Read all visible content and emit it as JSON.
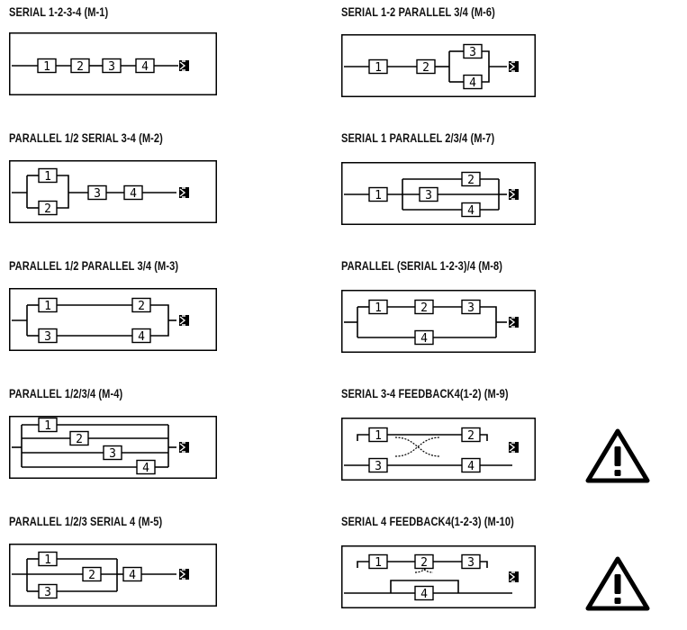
{
  "modes": [
    {
      "id": "m1",
      "title": "SERIAL 1-2-3-4 (M-1)",
      "operators": [
        "1",
        "2",
        "3",
        "4"
      ],
      "warning": false
    },
    {
      "id": "m2",
      "title": "PARALLEL 1/2 SERIAL 3-4 (M-2)",
      "operators": [
        "1",
        "2",
        "3",
        "4"
      ],
      "warning": false
    },
    {
      "id": "m3",
      "title": "PARALLEL 1/2 PARALLEL 3/4 (M-3)",
      "operators": [
        "1",
        "2",
        "3",
        "4"
      ],
      "warning": false
    },
    {
      "id": "m4",
      "title": "PARALLEL 1/2/3/4 (M-4)",
      "operators": [
        "1",
        "2",
        "3",
        "4"
      ],
      "warning": false
    },
    {
      "id": "m5",
      "title": "PARALLEL 1/2/3 SERIAL 4 (M-5)",
      "operators": [
        "1",
        "2",
        "3",
        "4"
      ],
      "warning": false
    },
    {
      "id": "m6",
      "title": "SERIAL 1-2 PARALLEL 3/4 (M-6)",
      "operators": [
        "1",
        "2",
        "3",
        "4"
      ],
      "warning": false
    },
    {
      "id": "m7",
      "title": "SERIAL 1 PARALLEL 2/3/4 (M-7)",
      "operators": [
        "1",
        "2",
        "3",
        "4"
      ],
      "warning": false
    },
    {
      "id": "m8",
      "title": "PARALLEL (SERIAL 1-2-3)/4 (M-8)",
      "operators": [
        "1",
        "2",
        "3",
        "4"
      ],
      "warning": false
    },
    {
      "id": "m9",
      "title": "SERIAL 3-4 FEEDBACK4(1-2) (M-9)",
      "operators": [
        "1",
        "2",
        "3",
        "4"
      ],
      "warning": true
    },
    {
      "id": "m10",
      "title": "SERIAL 4 FEEDBACK4(1-2-3) (M-10)",
      "operators": [
        "1",
        "2",
        "3",
        "4"
      ],
      "warning": true
    }
  ],
  "icons": {
    "output": "output-icon",
    "warning": "warning-icon"
  },
  "colors": {
    "line": "#000000",
    "background": "#ffffff"
  }
}
